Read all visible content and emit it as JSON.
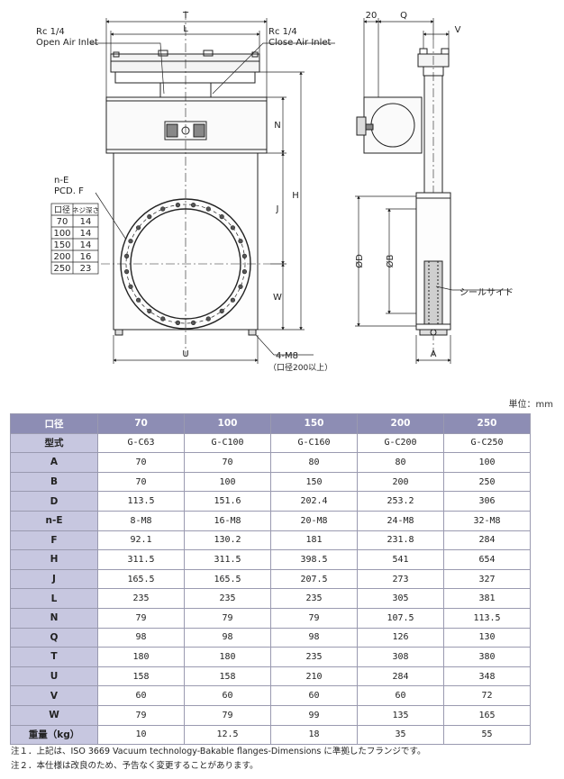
{
  "drawing": {
    "dim_T": "T",
    "dim_L": "L",
    "dim_20": "20",
    "dim_Q": "Q",
    "dim_V": "V",
    "dim_N": "N",
    "dim_J": "J",
    "dim_H": "H",
    "dim_W": "W",
    "dim_U": "U",
    "dim_A": "A",
    "dim_D": "ØD",
    "dim_B": "ØB",
    "open_port": "Rc 1/4",
    "open_label": "Open Air Inlet",
    "close_port": "Rc 1/4",
    "close_label": "Close Air Inlet",
    "ne_label": "n-E",
    "pcd_label": "PCD. F",
    "seal_label": "シールサイド",
    "bolt_label": "4-M8",
    "bolt_note": "（口径200以上）",
    "mini_table": {
      "headers": [
        "口径",
        "ネジ深さ"
      ],
      "rows": [
        [
          "70",
          "14"
        ],
        [
          "100",
          "14"
        ],
        [
          "150",
          "14"
        ],
        [
          "200",
          "16"
        ],
        [
          "250",
          "23"
        ]
      ]
    }
  },
  "unit_label": "単位：mm",
  "table": {
    "header_label": "口径",
    "sizes": [
      "70",
      "100",
      "150",
      "200",
      "250"
    ],
    "rows": [
      {
        "label": "型式",
        "values": [
          "G-C63",
          "G-C100",
          "G-C160",
          "G-C200",
          "G-C250"
        ]
      },
      {
        "label": "A",
        "values": [
          "70",
          "70",
          "80",
          "80",
          "100"
        ]
      },
      {
        "label": "B",
        "values": [
          "70",
          "100",
          "150",
          "200",
          "250"
        ]
      },
      {
        "label": "D",
        "values": [
          "113.5",
          "151.6",
          "202.4",
          "253.2",
          "306"
        ]
      },
      {
        "label": "n-E",
        "values": [
          "8-M8",
          "16-M8",
          "20-M8",
          "24-M8",
          "32-M8"
        ]
      },
      {
        "label": "F",
        "values": [
          "92.1",
          "130.2",
          "181",
          "231.8",
          "284"
        ]
      },
      {
        "label": "H",
        "values": [
          "311.5",
          "311.5",
          "398.5",
          "541",
          "654"
        ]
      },
      {
        "label": "J",
        "values": [
          "165.5",
          "165.5",
          "207.5",
          "273",
          "327"
        ]
      },
      {
        "label": "L",
        "values": [
          "235",
          "235",
          "235",
          "305",
          "381"
        ]
      },
      {
        "label": "N",
        "values": [
          "79",
          "79",
          "79",
          "107.5",
          "113.5"
        ]
      },
      {
        "label": "Q",
        "values": [
          "98",
          "98",
          "98",
          "126",
          "130"
        ]
      },
      {
        "label": "T",
        "values": [
          "180",
          "180",
          "235",
          "308",
          "380"
        ]
      },
      {
        "label": "U",
        "values": [
          "158",
          "158",
          "210",
          "284",
          "348"
        ]
      },
      {
        "label": "V",
        "values": [
          "60",
          "60",
          "60",
          "60",
          "72"
        ]
      },
      {
        "label": "W",
        "values": [
          "79",
          "79",
          "99",
          "135",
          "165"
        ]
      },
      {
        "label": "重量（kg）",
        "values": [
          "10",
          "12.5",
          "18",
          "35",
          "55"
        ]
      }
    ]
  },
  "notes": [
    "注１．上記は、ISO 3669 Vacuum technology-Bakable flanges-Dimensions に準拠したフランジです。",
    "注２．本仕様は改良のため、予告なく変更することがあります。"
  ]
}
